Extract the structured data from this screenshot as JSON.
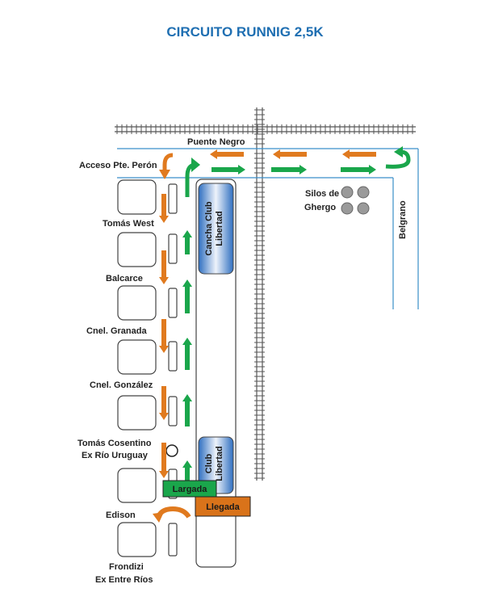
{
  "title": "CIRCUITO RUNNIG 2,5K",
  "streets": {
    "puente_negro": "Puente Negro",
    "acceso": "Acceso Pte. Perón",
    "tomas_west": "Tomás West",
    "balcarce": "Balcarce",
    "granada": "Cnel. Granada",
    "gonzalez": "Cnel. González",
    "cosentino_1": "Tomás Cosentino",
    "cosentino_2": "Ex Río Uruguay",
    "edison": "Edison",
    "frondizi_1": "Frondizi",
    "frondizi_2": "Ex Entre Ríos",
    "belgrano": "Belgrano"
  },
  "landmarks": {
    "silos_1": "Silos de",
    "silos_2": "Ghergo",
    "cancha_1": "Cancha Club",
    "cancha_2": "Libertad",
    "club_1": "Club",
    "club_2": "Libertad"
  },
  "markers": {
    "start": "Largada",
    "finish": "Llegada"
  },
  "colors": {
    "title": "#1f6fb2",
    "outbound_arrow": "#1aa64b",
    "return_arrow": "#e07a1f",
    "start_box": "#1aa64b",
    "finish_box": "#d9731a",
    "road_line": "#3a8fc9",
    "field": "#2f6fc0"
  }
}
